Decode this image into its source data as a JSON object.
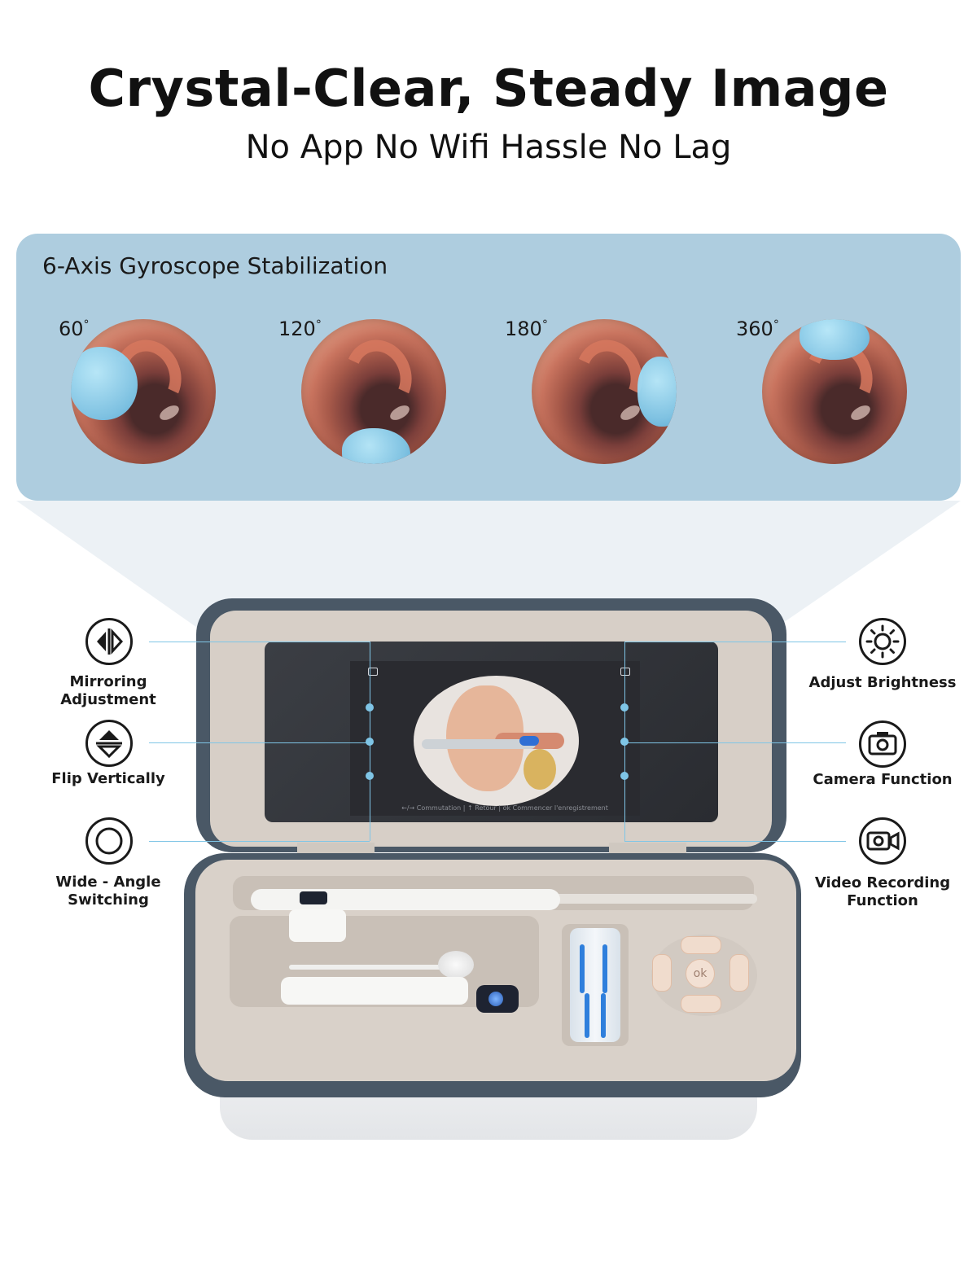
{
  "header": {
    "title": "Crystal-Clear, Steady Image",
    "subtitle": "No App No Wifi Hassle No Lag"
  },
  "stabilization": {
    "title": "6-Axis Gyroscope Stabilization",
    "angles": [
      {
        "value": "60",
        "unit": "°"
      },
      {
        "value": "120",
        "unit": "°"
      },
      {
        "value": "180",
        "unit": "°"
      },
      {
        "value": "360",
        "unit": "°"
      }
    ]
  },
  "screen": {
    "caption": "←/→ Commutation | ↑ Retour | ok Commencer l'enregistrement"
  },
  "features": {
    "left": [
      {
        "icon": "mirror-icon",
        "label_line1": "Mirroring",
        "label_line2": "Adjustment"
      },
      {
        "icon": "flip-vertical-icon",
        "label_line1": "Flip Vertically",
        "label_line2": ""
      },
      {
        "icon": "wide-angle-icon",
        "label_line1": "Wide - Angle",
        "label_line2": "Switching"
      }
    ],
    "right": [
      {
        "icon": "brightness-icon",
        "label_line1": "Adjust Brightness",
        "label_line2": ""
      },
      {
        "icon": "camera-icon",
        "label_line1": "Camera Function",
        "label_line2": ""
      },
      {
        "icon": "video-recording-icon",
        "label_line1": "Video Recording",
        "label_line2": "Function"
      }
    ]
  },
  "device": {
    "ok_key": "ok"
  },
  "colors": {
    "panel": "#aecddf",
    "case": "#4a5866",
    "case_inner": "#d7cfc7",
    "leader": "#7fc5e6",
    "bubble": "#7ec8ea"
  }
}
